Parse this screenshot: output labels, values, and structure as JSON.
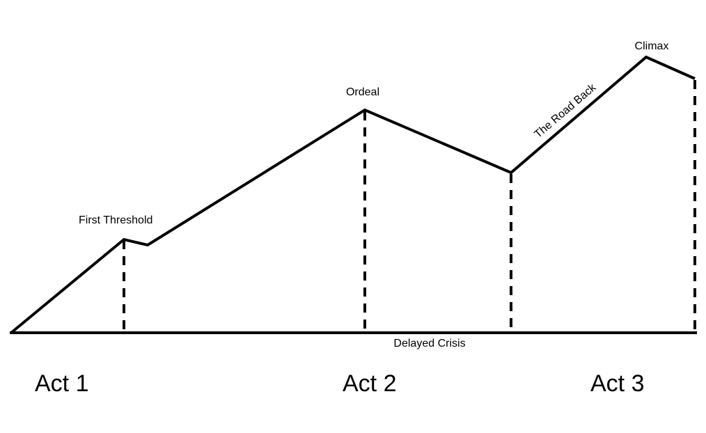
{
  "diagram": {
    "line_color": "#000000",
    "background": "#ffffff",
    "labels": {
      "first_threshold": "First Threshold",
      "ordeal": "Ordeal",
      "road_back": "The Road Back",
      "climax": "Climax",
      "delayed_crisis": "Delayed Crisis"
    },
    "acts": {
      "act1": "Act 1",
      "act2": "Act 2",
      "act3": "Act 3"
    }
  }
}
